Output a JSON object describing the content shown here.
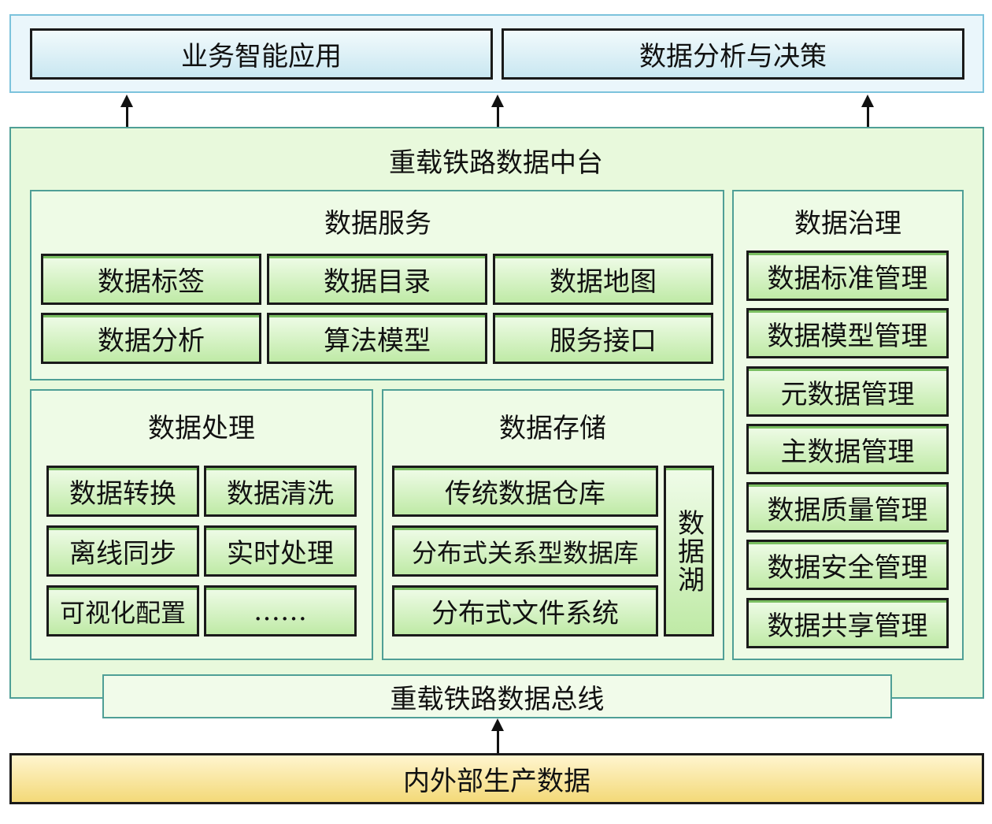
{
  "top": {
    "apps": [
      "业务智能应用",
      "数据分析与决策"
    ]
  },
  "platform": {
    "title": "重载铁路数据中台",
    "service": {
      "title": "数据服务",
      "items": [
        "数据标签",
        "数据目录",
        "数据地图",
        "数据分析",
        "算法模型",
        "服务接口"
      ]
    },
    "processing": {
      "title": "数据处理",
      "items": [
        "数据转换",
        "数据清洗",
        "离线同步",
        "实时处理",
        "可视化配置",
        "……"
      ]
    },
    "storage": {
      "title": "数据存储",
      "items": [
        "传统数据仓库",
        "分布式关系型数据库",
        "分布式文件系统"
      ],
      "lake": "数据湖"
    },
    "governance": {
      "title": "数据治理",
      "items": [
        "数据标准管理",
        "数据模型管理",
        "元数据管理",
        "主数据管理",
        "数据质量管理",
        "数据安全管理",
        "数据共享管理"
      ]
    },
    "bus": "重载铁路数据总线"
  },
  "source": "内外部生产数据",
  "colors": {
    "top_border": "#7cc3dc",
    "platform_bg": "#e8f9dc",
    "panel_border": "#4f9f96",
    "green_box": "#bfeaa6",
    "source_box": "#f3d978"
  }
}
